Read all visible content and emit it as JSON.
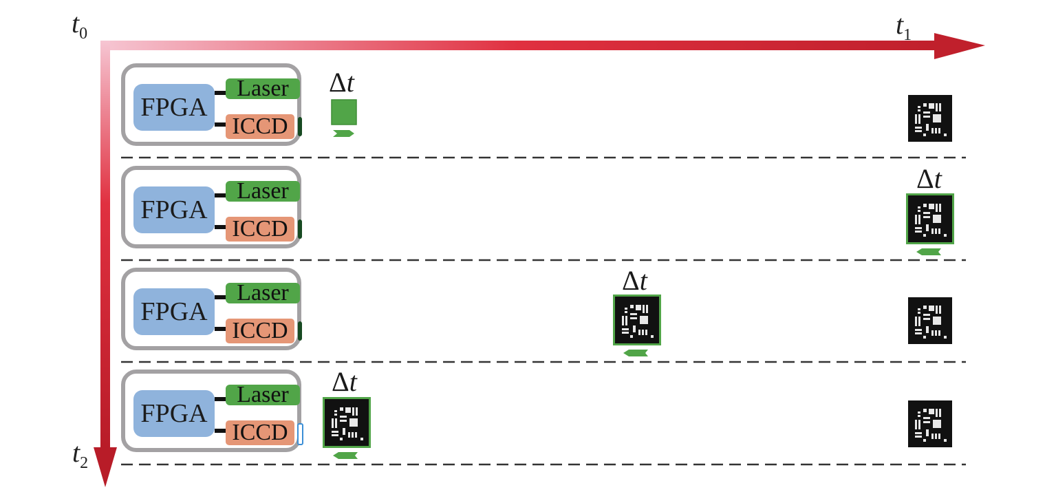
{
  "axes": {
    "start_label": "t",
    "start_sub": "0",
    "horizontal_end_label": "t",
    "horizontal_end_sub": "1",
    "vertical_end_label": "t",
    "vertical_end_sub": "2",
    "gradient_start_color": "#f6c6d3",
    "gradient_end_color": "#c0202c"
  },
  "rows": [
    {
      "fpga": "FPGA",
      "laser": "Laser",
      "iccd": "ICCD",
      "lens": "closed",
      "delta_label": "Δ",
      "delta_var": "t",
      "pulse_marker": "green-square"
    },
    {
      "fpga": "FPGA",
      "laser": "Laser",
      "iccd": "ICCD",
      "lens": "closed",
      "delta_label": "Δ",
      "delta_var": "t",
      "pulse_marker": "target-image-highlighted"
    },
    {
      "fpga": "FPGA",
      "laser": "Laser",
      "iccd": "ICCD",
      "lens": "closed",
      "delta_label": "Δ",
      "delta_var": "t",
      "pulse_marker": "target-image-highlighted"
    },
    {
      "fpga": "FPGA",
      "laser": "Laser",
      "iccd": "ICCD",
      "lens": "open",
      "delta_label": "Δ",
      "delta_var": "t",
      "pulse_marker": "target-image-highlighted"
    }
  ],
  "colors": {
    "fpga": "#8fb3dc",
    "laser": "#51a548",
    "iccd": "#e59676",
    "frame": "#a3a1a3",
    "pulse": "#51a548",
    "target_bg": "#111111"
  }
}
